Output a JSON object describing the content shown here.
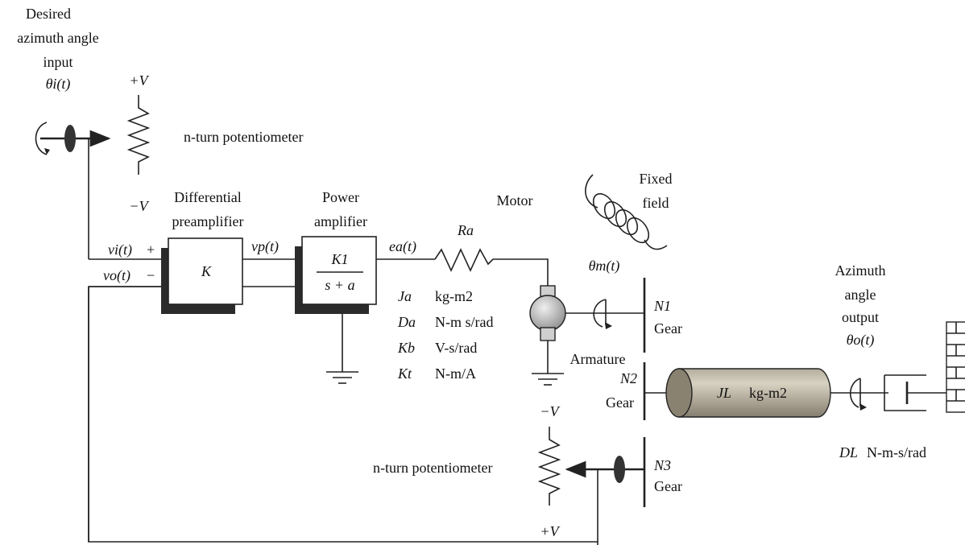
{
  "input": {
    "desc_line1": "Desired",
    "desc_line2": "azimuth angle",
    "desc_line3": "input",
    "theta_i": "θi(t)"
  },
  "top_pot": {
    "plus_v": "+V",
    "minus_v": "−V",
    "label": "n-turn potentiometer"
  },
  "preamp": {
    "title_line1": "Differential",
    "title_line2": "preamplifier",
    "gain": "K",
    "input_vi": "vi(t)",
    "input_vo": "vo(t)",
    "plus": "+",
    "minus": "−",
    "output_vp": "vp(t)"
  },
  "power_amp": {
    "title_line1": "Power",
    "title_line2": "amplifier",
    "numerator": "K1",
    "denominator": "s + a",
    "output_ea": "ea(t)"
  },
  "motor": {
    "title": "Motor",
    "resistance": "Ra",
    "params": [
      {
        "symbol": "Ja",
        "unit": "kg-m2"
      },
      {
        "symbol": "Da",
        "unit": "N-m s/rad"
      },
      {
        "symbol": "Kb",
        "unit": "V-s/rad"
      },
      {
        "symbol": "Kt",
        "unit": "N-m/A"
      }
    ],
    "armature": "Armature",
    "theta_m": "θm(t)",
    "field_line1": "Fixed",
    "field_line2": "field"
  },
  "gears": {
    "n1": "N1",
    "n1_label": "Gear",
    "n2": "N2",
    "n2_label": "Gear",
    "n3": "N3",
    "n3_label": "Gear"
  },
  "load": {
    "inertia": "JL",
    "inertia_unit": "kg-m2",
    "damping": "DL",
    "damping_unit": "N-m-s/rad"
  },
  "output": {
    "line1": "Azimuth",
    "line2": "angle",
    "line3": "output",
    "theta_o": "θo(t)"
  },
  "bottom_pot": {
    "minus_v": "−V",
    "plus_v": "+V",
    "label": "n-turn potentiometer"
  }
}
